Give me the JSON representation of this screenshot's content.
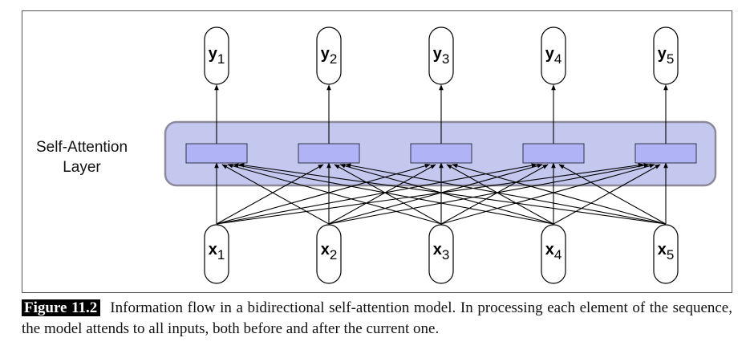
{
  "layer_label_line1": "Self-Attention",
  "layer_label_line2": "Layer",
  "outputs": [
    {
      "sym": "y",
      "idx": "1"
    },
    {
      "sym": "y",
      "idx": "2"
    },
    {
      "sym": "y",
      "idx": "3"
    },
    {
      "sym": "y",
      "idx": "4"
    },
    {
      "sym": "y",
      "idx": "5"
    }
  ],
  "inputs": [
    {
      "sym": "x",
      "idx": "1"
    },
    {
      "sym": "x",
      "idx": "2"
    },
    {
      "sym": "x",
      "idx": "3"
    },
    {
      "sym": "x",
      "idx": "4"
    },
    {
      "sym": "x",
      "idx": "5"
    }
  ],
  "caption": {
    "figure_number": "Figure 11.2",
    "text": "Information flow in a bidirectional self-attention model. In processing each element of the sequence, the model attends to all inputs, both before and after the current one."
  },
  "colors": {
    "layer_fill": "#c4c8ef",
    "layer_stroke": "#8a8a9a",
    "unit_fill": "#b0b3f5",
    "unit_stroke": "#333344",
    "line": "#000000"
  }
}
